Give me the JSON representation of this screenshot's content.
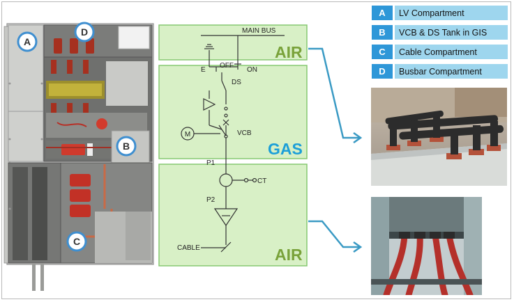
{
  "legend": [
    {
      "letter": "A",
      "label": "LV Compartment"
    },
    {
      "letter": "B",
      "label": "VCB & DS Tank in GIS"
    },
    {
      "letter": "C",
      "label": "Cable Compartment"
    },
    {
      "letter": "D",
      "label": "Busbar Compartment"
    }
  ],
  "cabinet_markers": {
    "a": "A",
    "b": "B",
    "c": "C",
    "d": "D"
  },
  "single_line": {
    "main_bus": "MAIN  BUS",
    "earth": "E",
    "off": "OFF",
    "on": "ON",
    "ds": "DS",
    "motor": "M",
    "vcb": "VCB",
    "p1": "P1",
    "ct": "CT",
    "p2": "P2",
    "cable": "CABLE"
  },
  "zones": {
    "air_top": "AIR",
    "gas": "GAS",
    "air_bottom": "AIR"
  },
  "colors": {
    "badge_blue": "#2e97d8",
    "legend_cyan": "#9ed6ee",
    "zone_green_fill": "#d8f0c6",
    "zone_green_border": "#86c870",
    "air_text": "#79a23a",
    "gas_text": "#1c9fd8",
    "arrow": "#3a9ac4",
    "busbar_red": "#c9302a"
  }
}
